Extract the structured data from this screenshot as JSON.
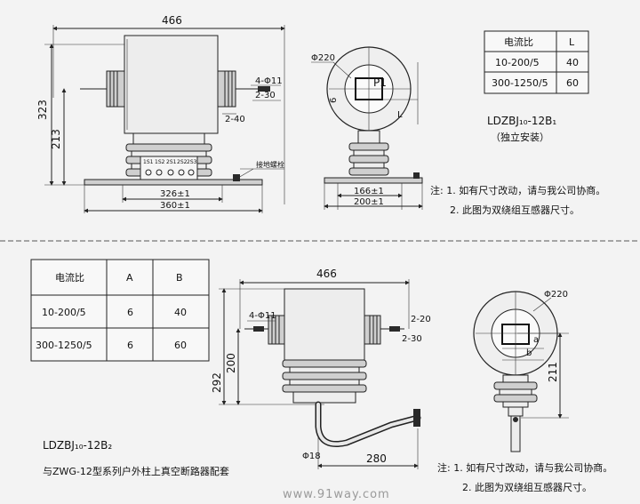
{
  "top": {
    "side_view": {
      "width_466": "466",
      "height_323": "323",
      "height_213": "213",
      "hole_label": "4-Φ11",
      "dim_2_30": "2-30",
      "dim_2_40": "2-40",
      "base_326": "326±1",
      "base_360": "360±1",
      "terminals": [
        "1S1",
        "1S2",
        "2S1",
        "2S2",
        "2S3"
      ],
      "ground_label": "接地螺栓"
    },
    "front_view": {
      "phi_label": "Φ220",
      "p1_label": "P1",
      "dim_6": "6",
      "dim_L": "L",
      "base_166": "166±1",
      "base_200": "200±1"
    },
    "table": {
      "headers": [
        "电流比",
        "L"
      ],
      "rows": [
        [
          "10-200/5",
          "40"
        ],
        [
          "300-1250/5",
          "60"
        ]
      ]
    },
    "model": "LDZBJ₁₀-12B₁",
    "model_note": "（独立安装）",
    "notes": [
      "注: 1. 如有尺寸改动，请与我公司协商。",
      "2. 此图为双绕组互感器尺寸。"
    ]
  },
  "bottom": {
    "table": {
      "headers": [
        "电流比",
        "A",
        "B"
      ],
      "rows": [
        [
          "10-200/5",
          "6",
          "40"
        ],
        [
          "300-1250/5",
          "6",
          "60"
        ]
      ]
    },
    "side_view": {
      "width_466": "466",
      "hole_label": "4-Φ11",
      "dim_2_20": "2-20",
      "dim_2_30": "2-30",
      "height_200": "200",
      "height_292": "292",
      "phi18": "Φ18",
      "dim_280": "280"
    },
    "front_view": {
      "phi_label": "Φ220",
      "dim_a": "a",
      "dim_b": "b",
      "height_211": "211"
    },
    "model": "LDZBJ₁₀-12B₂",
    "caption": "与ZWG-12型系列户外柱上真空断路器配套",
    "notes": [
      "注: 1. 如有尺寸改动，请与我公司协商。",
      "2. 此图为双绕组互感器尺寸。"
    ],
    "watermark": "www.91way.com"
  }
}
